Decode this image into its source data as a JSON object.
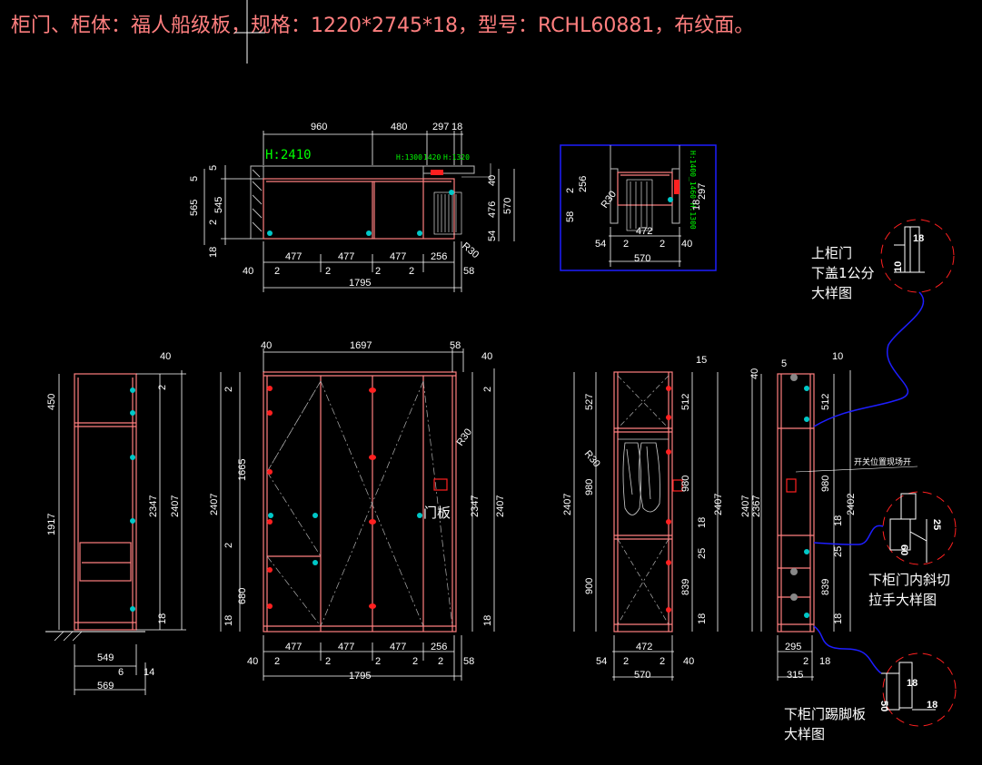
{
  "title": "柜门、柜体：福人船级板，规格：1220*2745*18，型号：RCHL60881，布纹面。",
  "colors": {
    "background": "#000000",
    "cabinet": "#ff7f7f",
    "dim": "#ffffff",
    "green": "#00ff00",
    "blue": "#1e1eff",
    "hinge": "#00c8c8",
    "handle": "#ff2020"
  },
  "plan": {
    "height_label": "H:2410",
    "top_dims": [
      "960",
      "480",
      "297",
      "18"
    ],
    "left_dims": [
      "5",
      "5",
      "545",
      "565",
      "2",
      "18"
    ],
    "right_dims": [
      "40",
      "476",
      "570",
      "54"
    ],
    "panel_dims": [
      "477",
      "477",
      "477",
      "256"
    ],
    "gap_dims": [
      "40",
      "2",
      "2",
      "2",
      "2",
      "58"
    ],
    "total": "1795",
    "r_label": "R30",
    "small_green": [
      "H:1300",
      "1420",
      "H:1320"
    ]
  },
  "small_plan": {
    "left_dims": [
      "2",
      "256",
      "58"
    ],
    "right_dims": [
      "18",
      "297"
    ],
    "r_label": "R30",
    "bottom_dims": [
      "472",
      "54",
      "2",
      "2",
      "40",
      "570"
    ],
    "green_side": "H:1400_1460 H:1300"
  },
  "elev_side_left": {
    "top_dim": "40",
    "dims": [
      "450",
      "1917",
      "2347",
      "2407",
      "2",
      "18"
    ],
    "bottom_dims": [
      "549",
      "6",
      "14",
      "569"
    ]
  },
  "elev_front": {
    "top_dims": [
      "40",
      "1697",
      "58",
      "40"
    ],
    "left_dims": [
      "2",
      "1665",
      "2407",
      "2",
      "680",
      "18"
    ],
    "right_dims": [
      "2",
      "2347",
      "2407",
      "18"
    ],
    "panel_dims": [
      "477",
      "477",
      "477",
      "256"
    ],
    "gap_dims": [
      "40",
      "2",
      "2",
      "2",
      "2",
      "2",
      "58"
    ],
    "total": "1795",
    "r_label": "R30",
    "door_note": "门板"
  },
  "elev_internal": {
    "top_dim": "15",
    "left_dims": [
      "527",
      "980",
      "2407",
      "900",
      "R30"
    ],
    "right_dims": [
      "512",
      "980",
      "18",
      "25",
      "839",
      "18",
      "2407"
    ],
    "bottom_dims": [
      "472",
      "54",
      "2",
      "2",
      "40",
      "570"
    ]
  },
  "elev_side_right": {
    "top_dims": [
      "5",
      "10",
      "40"
    ],
    "left_dims": [
      "2407",
      "2367"
    ],
    "right_dims": [
      "512",
      "980",
      "18",
      "25",
      "839",
      "18",
      "2402"
    ],
    "bottom_dims": [
      "295",
      "2",
      "18",
      "315"
    ],
    "switch_note": "开关位置现场开"
  },
  "details": [
    {
      "lines": [
        "上柜门",
        "下盖1公分",
        "大样图"
      ],
      "dims": [
        "18",
        "10"
      ]
    },
    {
      "lines": [
        "下柜门内斜切",
        "拉手大样图"
      ],
      "dims": [
        "60",
        "25"
      ]
    },
    {
      "lines": [
        "下柜门踢脚板",
        "大样图"
      ],
      "dims": [
        "18",
        "50",
        "18"
      ]
    }
  ]
}
